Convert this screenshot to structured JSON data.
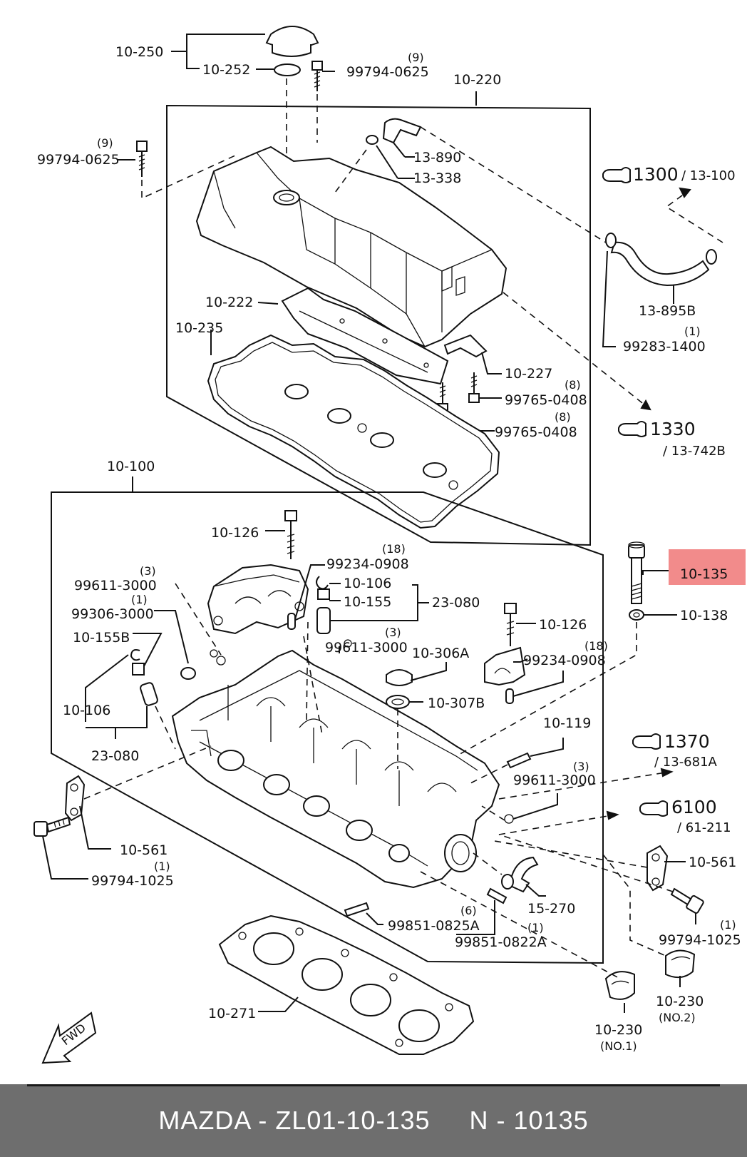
{
  "labels": {
    "p10_250": "10-250",
    "p10_252": "10-252",
    "q9_a": "(9)",
    "p99794_0625_a": "99794-0625",
    "p10_220": "10-220",
    "q9_b": "(9)",
    "p99794_0625_b": "99794-0625",
    "p13_890": "13-890",
    "p13_338": "13-338",
    "p10_222": "10-222",
    "p10_235": "10-235",
    "p13_895b": "13-895B",
    "q1_a": "(1)",
    "p99283_1400": "99283-1400",
    "p10_227": "10-227",
    "q8_a": "(8)",
    "p99765_0408_a": "99765-0408",
    "q8_b": "(8)",
    "p99765_0408_b": "99765-0408",
    "p10_100": "10-100",
    "p10_126_a": "10-126",
    "q18_a": "(18)",
    "p99234_0908_a": "99234-0908",
    "q3_a": "(3)",
    "p99611_3000_a": "99611-3000",
    "q1_b": "(1)",
    "p99306_3000": "99306-3000",
    "p10_106_a": "10-106",
    "p10_155": "10-155",
    "p23_080_a": "23-080",
    "p10_155b": "10-155B",
    "p10_106_b": "10-106",
    "p23_080_b": "23-080",
    "q3_b": "(3)",
    "p99611_3000_b": "99611-3000",
    "p10_306a": "10-306A",
    "p10_307b": "10-307B",
    "p10_126_b": "10-126",
    "q18_b": "(18)",
    "p99234_0908_b": "99234-0908",
    "p10_135": "10-135",
    "p10_138": "10-138",
    "p10_119": "10-119",
    "q3_c": "(3)",
    "p99611_3000_c": "99611-3000",
    "p10_561_a": "10-561",
    "q1_c": "(1)",
    "p99794_1025_a": "99794-1025",
    "q6": "(6)",
    "p99851_0825a": "99851-0825A",
    "q1_d": "(1)",
    "p99851_0822a": "99851-0822A",
    "p15_270": "15-270",
    "p10_561_b": "10-561",
    "q1_e": "(1)",
    "p99794_1025_b": "99794-1025",
    "p10_271": "10-271",
    "p10_230_no1": "10-230",
    "no1": "(NO.1)",
    "p10_230_no2": "10-230",
    "no2": "(NO.2)",
    "fwd": "FWD"
  },
  "refs": {
    "r1300": "1300",
    "r1300_sub": "/ 13-100",
    "r1330": "1330",
    "r1330_sub": "/ 13-742B",
    "r1370": "1370",
    "r1370_sub": "/ 13-681A",
    "r6100": "6100",
    "r6100_sub": "/ 61-211"
  },
  "highlight": {
    "part": "10-135",
    "color": "#f28b8b"
  },
  "footer": {
    "text": "MAZDA - ZL01-10-135     N - 10135"
  }
}
